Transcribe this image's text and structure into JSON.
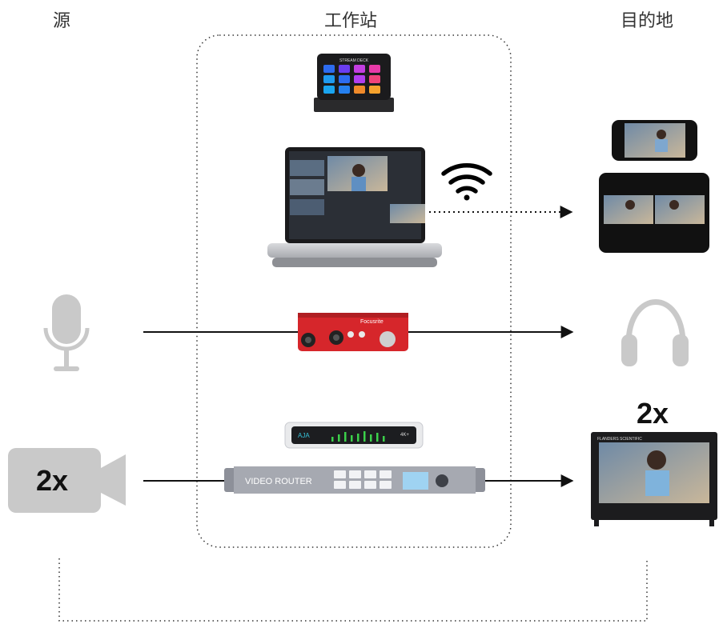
{
  "headers": {
    "source": "源",
    "workstation": "工作站",
    "destination": "目的地"
  },
  "camera_count": "2x",
  "monitor_count": "2x",
  "devices": {
    "stream_deck_label": "STREAM DECK",
    "aja_label": "AJA",
    "aja_badge": "4K+",
    "router_label": "VIDEO ROUTER",
    "monitor_brand": "FLANDERS SCIENTIFIC",
    "interface_brand": "Focusrite"
  },
  "colors": {
    "stream_deck_keys": [
      "#2d6cf0",
      "#6a3df0",
      "#c33ee0",
      "#e83aa8",
      "#1f9bf0",
      "#2d6cf0",
      "#b23ef0",
      "#f0437a",
      "#1aa5f0",
      "#2580f0",
      "#f08a2a",
      "#f5a22d"
    ],
    "interface_red": "#d6262b",
    "line": "#111111"
  }
}
